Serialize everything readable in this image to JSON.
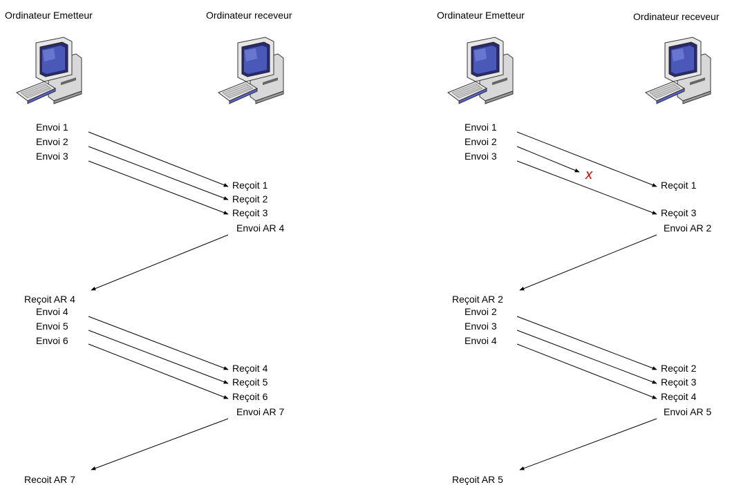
{
  "panel_left": {
    "sender_title": "Ordinateur Emetteur",
    "receiver_title": "Ordinateur receveur",
    "round1": {
      "sends": [
        "Envoi 1",
        "Envoi 2",
        "Envoi 3"
      ],
      "receives": [
        "Reçoit 1",
        "Reçoit 2",
        "Reçoit 3"
      ],
      "ack_sent": "Envoi AR 4",
      "ack_received": "Reçoit AR 4"
    },
    "round2": {
      "sends": [
        "Envoi 4",
        "Envoi 5",
        "Envoi 6"
      ],
      "receives": [
        "Reçoit 4",
        "Reçoit 5",
        "Reçoit 6"
      ],
      "ack_sent": "Envoi AR 7",
      "ack_received": "Recoit AR 7"
    }
  },
  "panel_right": {
    "sender_title": "Ordinateur Emetteur",
    "receiver_title": "Ordinateur receveur",
    "round1": {
      "sends": [
        "Envoi 1",
        "Envoi 2",
        "Envoi 3"
      ],
      "receives": [
        "Reçoit 1",
        "Reçoit 3"
      ],
      "lost_marker": "x",
      "ack_sent": "Envoi AR 2",
      "ack_received": "Reçoit AR 2"
    },
    "round2": {
      "sends": [
        "Envoi 2",
        "Envoi 3",
        "Envoi 4"
      ],
      "receives": [
        "Reçoit 2",
        "Reçoit 3",
        "Reçoit 4"
      ],
      "ack_sent": "Envoi AR 5",
      "ack_received": "Reçoit AR 5"
    }
  },
  "icons": {
    "computer": "desktop-computer-icon",
    "loss": "lost-packet-cross"
  },
  "colors": {
    "loss_marker": "#e00000",
    "lines": "#000000"
  }
}
